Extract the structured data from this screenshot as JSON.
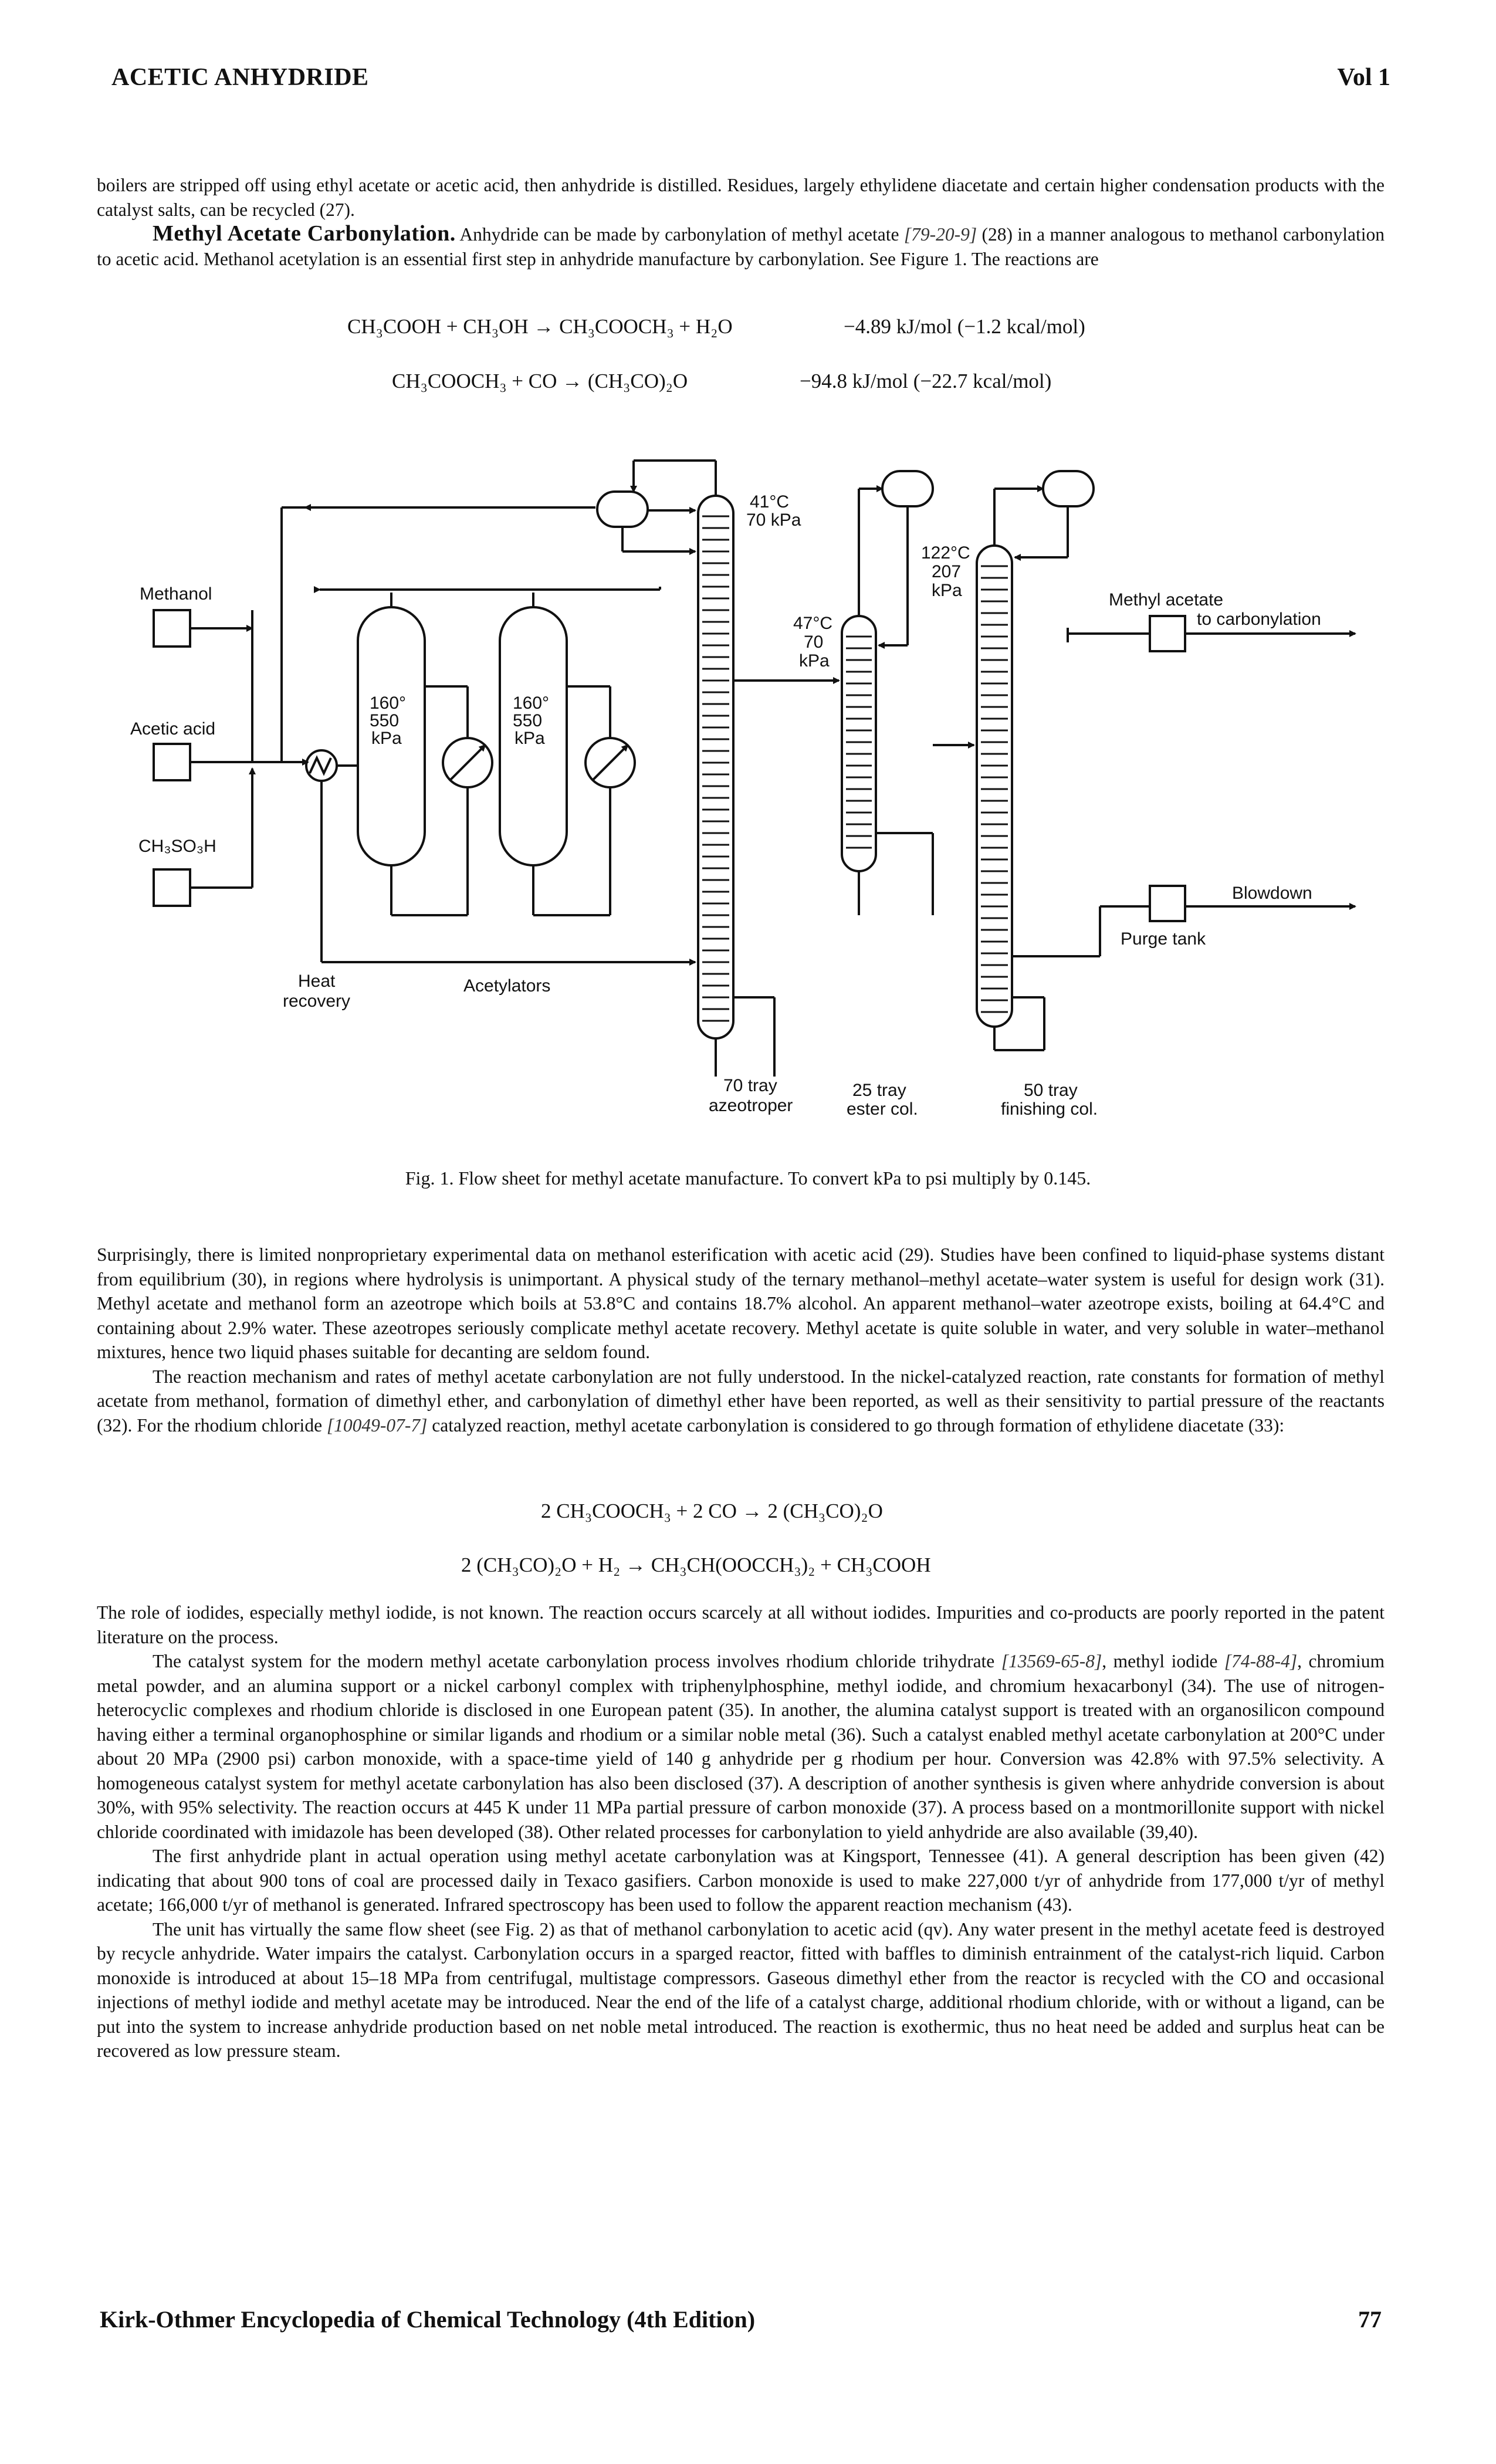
{
  "header": {
    "title": "ACETIC ANHYDRIDE",
    "volume": "Vol 1"
  },
  "para_intro": "boilers are stripped off using ethyl acetate or acetic acid, then anhydride is distilled. Residues, largely ethylidene diacetate and certain higher condensation products with the catalyst salts, can be recycled (27).",
  "section": {
    "heading": "Methyl Acetate Carbonylation.",
    "text_a": " Anhydride can be made by carbonylation of methyl acetate ",
    "cas_a": "[79-20-9]",
    "text_b": " (28) in a manner analogous to methanol carbonylation to acetic acid. Methanol acetylation is an essential first step in anhydride manufacture by carbonylation. See Figure 1. The reactions are"
  },
  "equations_1": [
    {
      "lhs": "CH₃COOH + CH₃OH → CH₃COOCH₃ + H₂O",
      "energy": "−4.89 kJ/mol (−1.2 kcal/mol)"
    },
    {
      "lhs": "CH₃COOCH₃ + CO → (CH₃CO)₂O",
      "energy": "−94.8 kJ/mol (−22.7 kcal/mol)"
    }
  ],
  "figure": {
    "labels": {
      "methanol": "Methanol",
      "acetic_acid": "Acetic acid",
      "ch3so3h": "CH₃SO₃H",
      "heat_recovery_1": "Heat",
      "heat_recovery_2": "recovery",
      "acetylators": "Acetylators",
      "acet1_1": "160°",
      "acet1_2": "550",
      "acet1_3": "kPa",
      "acet2_1": "160°",
      "acet2_2": "550",
      "acet2_3": "kPa",
      "c1_top_1": "41°C",
      "c1_top_2": "70 kPa",
      "c2_top_1": "47°C",
      "c2_top_2": "70",
      "c2_top_3": "kPa",
      "c3_top_1": "122°C",
      "c3_top_2": "207",
      "c3_top_3": "kPa",
      "methyl_acetate": "Methyl acetate",
      "to_carbonylation": "to carbonylation",
      "blowdown": "Blowdown",
      "purge_tank": "Purge tank",
      "col1_1": "70 tray",
      "col1_2": "azeotroper",
      "col2_1": "25 tray",
      "col2_2": "ester col.",
      "col3_1": "50 tray",
      "col3_2": "finishing col."
    }
  },
  "caption": "Fig. 1. Flow sheet for methyl acetate manufacture. To convert kPa to psi multiply by 0.145.",
  "para_2": "Surprisingly, there is limited nonproprietary experimental data on methanol esterification with acetic acid (29). Studies have been confined to liquid-phase systems distant from equilibrium (30), in regions where hydrolysis is unimportant. A physical study of the ternary methanol–methyl acetate–water system is useful for design work (31). Methyl acetate and methanol form an azeotrope which boils at 53.8°C and contains 18.7% alcohol. An apparent methanol–water azeotrope exists, boiling at 64.4°C and containing about 2.9% water. These azeotropes seriously complicate methyl acetate recovery. Methyl acetate is quite soluble in water, and very soluble in water–methanol mixtures, hence two liquid phases suitable for decanting are seldom found.",
  "para_3": {
    "text_a": "The reaction mechanism and rates of methyl acetate carbonylation are not fully understood. In the nickel-catalyzed reaction, rate constants for formation of methyl acetate from methanol, formation of dimethyl ether, and carbonylation of dimethyl ether have been reported, as well as their sensitivity to partial pressure of the reactants (32). For the rhodium chloride ",
    "cas": "[10049-07-7]",
    "text_b": " catalyzed reaction, methyl acetate carbonylation is considered to go through formation of ethylidene diacetate (33):"
  },
  "equations_2": [
    "2 CH₃COOCH₃ + 2 CO → 2 (CH₃CO)₂O",
    "2 (CH₃CO)₂O + H₂ → CH₃CH(OOCCH₃)₂ + CH₃COOH"
  ],
  "para_4": "The role of iodides, especially methyl iodide, is not known. The reaction occurs scarcely at all without iodides. Impurities and co-products are poorly reported in the patent literature on the process.",
  "para_5": {
    "text_a": "The catalyst system for the modern methyl acetate carbonylation process involves rhodium chloride trihydrate ",
    "cas_a": "[13569-65-8]",
    "text_b": ", methyl iodide ",
    "cas_b": "[74-88-4]",
    "text_c": ", chromium metal powder, and an alumina support or a nickel carbonyl complex with triphenylphosphine, methyl iodide, and chromium hexacarbonyl (34). The use of nitrogen-heterocyclic complexes and rhodium chloride is disclosed in one European patent (35). In another, the alumina catalyst support is treated with an organosilicon compound having either a terminal organophosphine or similar ligands and rhodium or a similar noble metal (36). Such a catalyst enabled methyl acetate carbonylation at 200°C under about 20 MPa (2900 psi) carbon monoxide, with a space-time yield of 140 g anhydride per g rhodium per hour. Conversion was 42.8% with 97.5% selectivity. A homogeneous catalyst system for methyl acetate carbonylation has also been disclosed (37). A description of another synthesis is given where anhydride conversion is about 30%, with 95% selectivity. The reaction occurs at 445 K under 11 MPa partial pressure of carbon monoxide (37). A process based on a montmorillonite support with nickel chloride coordinated with imidazole has been developed (38). Other related processes for carbonylation to yield anhydride are also available (39,40)."
  },
  "para_6": "The first anhydride plant in actual operation using methyl acetate carbonylation was at Kingsport, Tennessee (41). A general description has been given (42) indicating that about 900 tons of coal are processed daily in Texaco gasifiers. Carbon monoxide is used to make 227,000 t/yr of anhydride from 177,000 t/yr of methyl acetate; 166,000 t/yr of methanol is generated. Infrared spectroscopy has been used to follow the apparent reaction mechanism (43).",
  "para_7": "The unit has virtually the same flow sheet (see Fig. 2) as that of methanol carbonylation to acetic acid (qv). Any water present in the methyl acetate feed is destroyed by recycle anhydride. Water impairs the catalyst. Carbonylation occurs in a sparged reactor, fitted with baffles to diminish entrainment of the catalyst-rich liquid. Carbon monoxide is introduced at about 15–18 MPa from centrifugal, multistage compressors. Gaseous dimethyl ether from the reactor is recycled with the CO and occasional injections of methyl iodide and methyl acetate may be introduced. Near the end of the life of a catalyst charge, additional rhodium chloride, with or without a ligand, can be put into the system to increase anhydride production based on net noble metal introduced. The reaction is exothermic, thus no heat need be added and surplus heat can be recovered as low pressure steam.",
  "footer": {
    "source": "Kirk-Othmer Encyclopedia of Chemical Technology (4th Edition)",
    "page_number": "77"
  }
}
